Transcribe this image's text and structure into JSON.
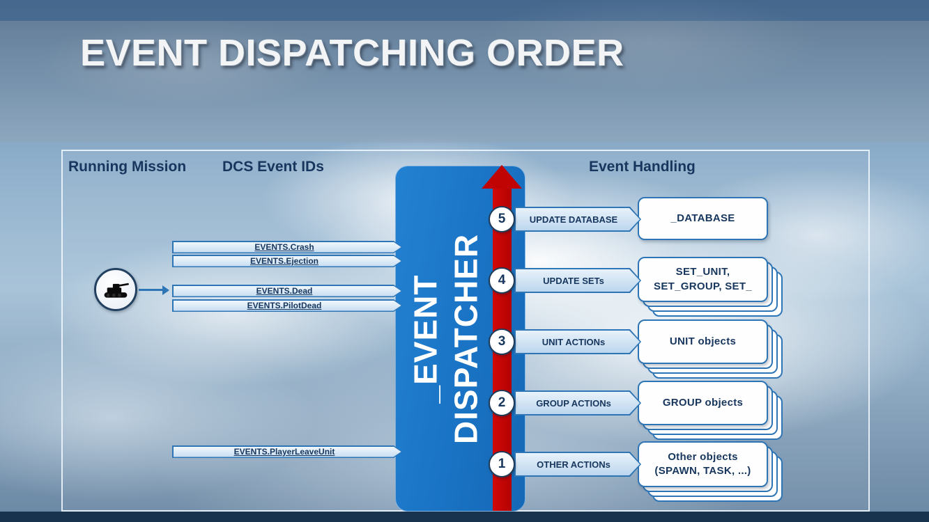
{
  "slide": {
    "title": "EVENT DISPATCHING ORDER"
  },
  "headers": {
    "running_mission": "Running Mission",
    "dcs_event_ids": "DCS Event IDs",
    "event_handling": "Event Handling"
  },
  "dispatcher": {
    "line1": "_EVENT",
    "line2": "DISPATCHER"
  },
  "icons": {
    "unit_icon": "tank-silhouette"
  },
  "events": [
    {
      "label": "EVENTS.Crash"
    },
    {
      "label": "EVENTS.Ejection"
    },
    {
      "label": "EVENTS.Dead"
    },
    {
      "label": "EVENTS.PilotDead"
    },
    {
      "label": "EVENTS.PlayerLeaveUnit"
    }
  ],
  "steps": [
    {
      "number": "5",
      "action": "UPDATE DATABASE",
      "target": "_DATABASE",
      "stacked": false
    },
    {
      "number": "4",
      "action": "UPDATE SETs",
      "target": "SET_UNIT,\nSET_GROUP, SET_",
      "stacked": true
    },
    {
      "number": "3",
      "action": "UNIT ACTIONs",
      "target": "UNIT objects",
      "stacked": true
    },
    {
      "number": "2",
      "action": "GROUP ACTIONs",
      "target": "GROUP objects",
      "stacked": true
    },
    {
      "number": "1",
      "action": "OTHER ACTIONs",
      "target": "Other objects\n(SPAWN, TASK, ...)",
      "stacked": true
    }
  ],
  "colors": {
    "dispatcher_blue": "#1b74c5",
    "arrow_red": "#c00404",
    "outline_blue": "#2e75b6",
    "text_navy": "#17365d",
    "fill_light_blue": "#cfe3f4",
    "bottom_bar_navy": "#17334e"
  }
}
